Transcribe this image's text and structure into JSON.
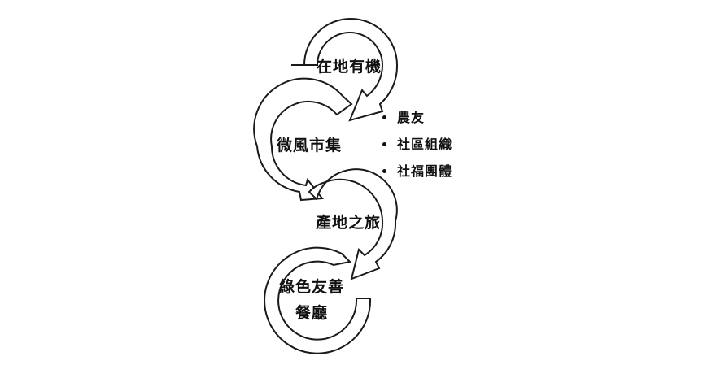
{
  "stages": [
    {
      "label": "在地有機"
    },
    {
      "label": "微風市集"
    },
    {
      "label": "產地之旅"
    },
    {
      "label_line1": "綠色友善",
      "label_line2": "餐廳"
    }
  ],
  "partners": [
    "農友",
    "社區組織",
    "社福團體"
  ],
  "colors": {
    "stroke": "#1a1a1a",
    "fill": "#ffffff",
    "text": "#111111"
  }
}
